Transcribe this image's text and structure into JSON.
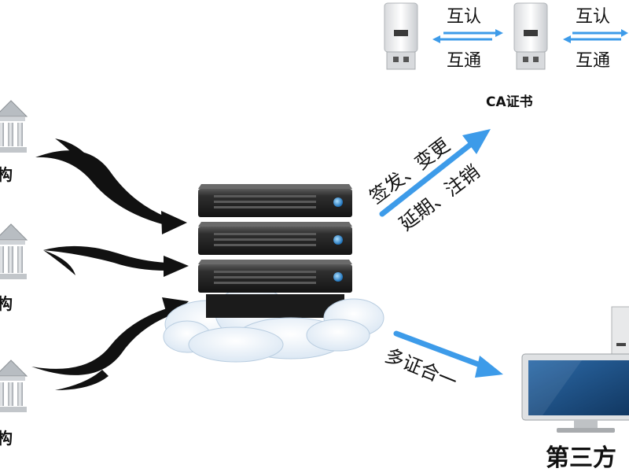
{
  "institutions": [
    {
      "label": "构"
    },
    {
      "label": "构"
    },
    {
      "label": "构"
    }
  ],
  "ca": {
    "title": "CA证书",
    "pairs": [
      {
        "top": "互认",
        "bottom": "互通"
      },
      {
        "top": "互认",
        "bottom": "互通"
      }
    ]
  },
  "arrows": {
    "issue_top": "签发、变更",
    "issue_bottom": "延期、注销",
    "multi": "多证合一"
  },
  "third_party": {
    "label": "第三方"
  },
  "colors": {
    "arrow_blue": "#3d9be9",
    "server_dark": "#2b2b2b",
    "monitor_screen": "#1f4f80"
  }
}
